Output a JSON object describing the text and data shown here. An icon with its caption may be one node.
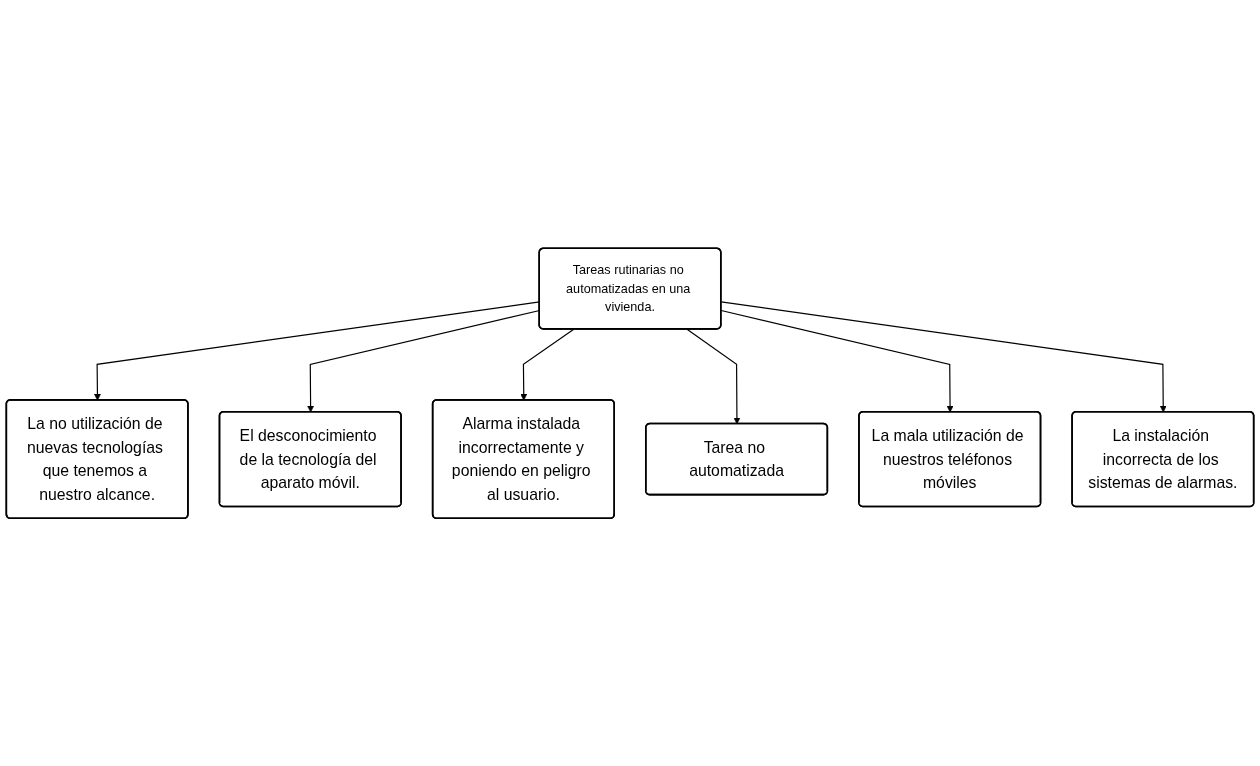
{
  "diagram": {
    "nodes": [
      {
        "text": [
          "La no utilización de nuevas tecnologías que tenemos a nuestro alcance."
        ]
      },
      {
        "text": [
          "El desconocimiento de la tecnología del aparato móvil."
        ]
      },
      {
        "text": [
          "Alarma instalada incorrectamente y poniendo en peligro al usuario."
        ]
      },
      {
        "text": [
          "Tareas rutinarias no automatizadas en una vivienda."
        ]
      },
      {
        "text": [
          "Tarea no automatizada"
        ]
      },
      {
        "text": [
          "La mala utilización de nuestros teléfonos móviles"
        ]
      },
      {
        "text": [
          "La instalación incorrecta de los sistemas de alarmas."
        ]
      }
    ],
    "edges": [
      {
        "from": 3,
        "to": 0,
        "arrow": "to"
      },
      {
        "from": 3,
        "to": 1,
        "arrow": "to"
      },
      {
        "from": 3,
        "to": 2,
        "arrow": "to"
      },
      {
        "from": 3,
        "to": 4,
        "arrow": "to"
      },
      {
        "from": 3,
        "to": 5,
        "arrow": "to"
      },
      {
        "from": 3,
        "to": 6,
        "arrow": "to"
      }
    ]
  }
}
